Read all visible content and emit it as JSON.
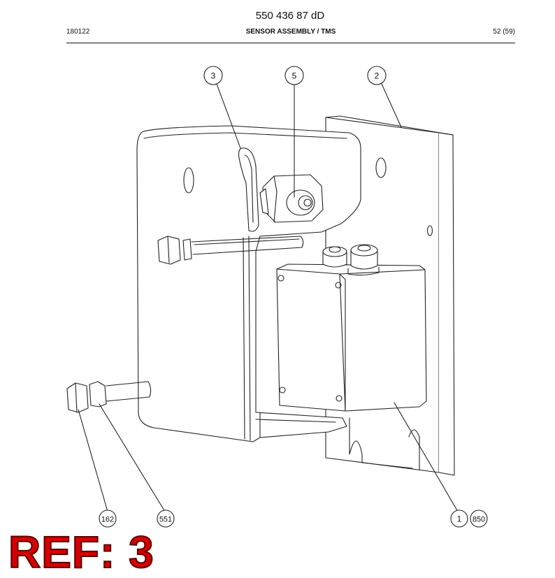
{
  "header": {
    "doc_number": "550 436 87 dD",
    "date_code": "180122",
    "title": "SENSOR ASSEMBLY / TMS",
    "page": "52 (59)"
  },
  "callouts": {
    "c3": "3",
    "c5": "5",
    "c2": "2",
    "c162": "162",
    "c551": "551",
    "c1": "1",
    "c850": "850"
  },
  "ref": "REF: 3"
}
